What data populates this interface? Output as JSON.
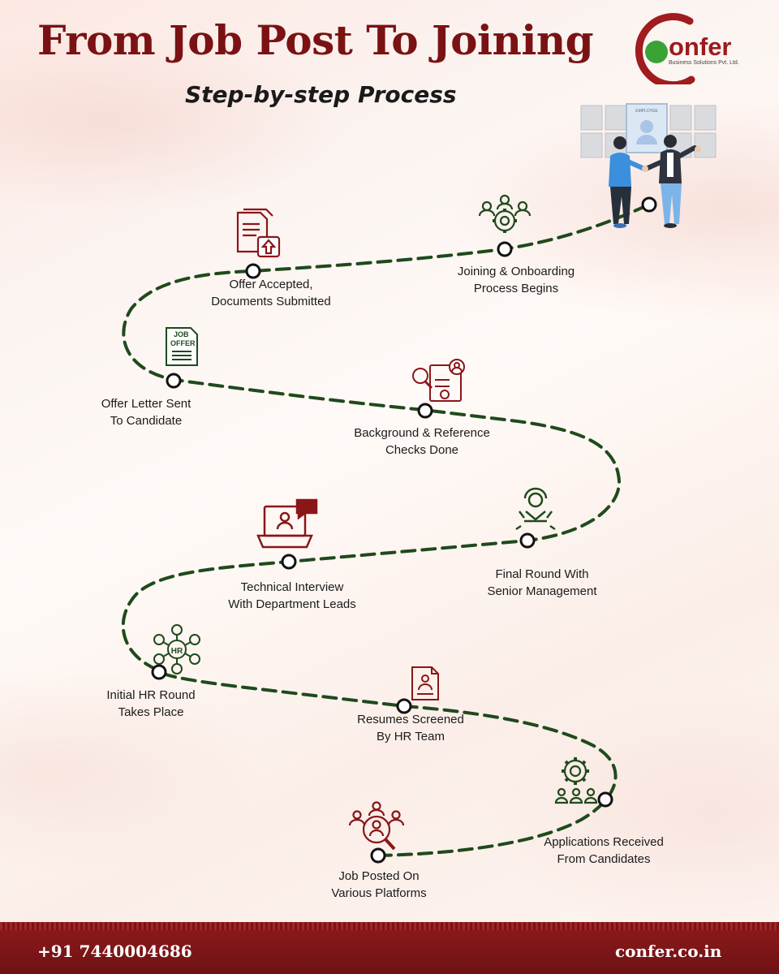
{
  "header": {
    "title": "From Job Post To Joining",
    "subtitle": "Step-by-step Process"
  },
  "logo": {
    "word": "onfer",
    "tagline": "Business Solutions Pvt. Ltd."
  },
  "illustration": {
    "board_label": "EMPLOYEE"
  },
  "icons": {
    "job_offer": [
      "JOB",
      "OFFER"
    ],
    "hr": "HR"
  },
  "steps": [
    {
      "line1": "Job Posted On",
      "line2": "Various Platforms"
    },
    {
      "line1": "Applications Received",
      "line2": "From Candidates"
    },
    {
      "line1": "Resumes Screened",
      "line2": "By HR Team"
    },
    {
      "line1": "Initial HR Round",
      "line2": "Takes Place"
    },
    {
      "line1": "Technical Interview",
      "line2": "With Department Leads"
    },
    {
      "line1": "Final Round With",
      "line2": "Senior Management"
    },
    {
      "line1": "Background & Reference",
      "line2": "Checks Done"
    },
    {
      "line1": "Offer Letter Sent",
      "line2": "To Candidate"
    },
    {
      "line1": "Offer Accepted,",
      "line2": "Documents Submitted"
    },
    {
      "line1": "Joining & Onboarding",
      "line2": "Process Begins"
    }
  ],
  "footer": {
    "phone": "+91 7440004686",
    "website": "confer.co.in"
  },
  "colors": {
    "brand_red": "#7a1214",
    "path_green": "#1f4a1c",
    "logo_green": "#3aa335"
  }
}
